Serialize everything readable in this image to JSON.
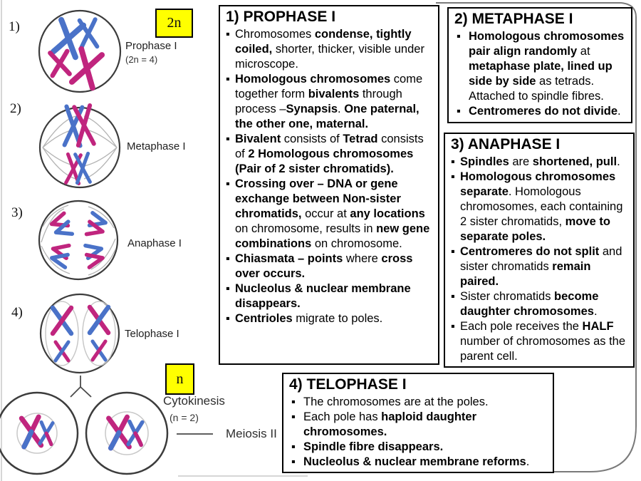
{
  "colors": {
    "chromosome-blue": "#4a72c8",
    "chromosome-magenta": "#c0257e",
    "badge-yellow": "#ffff00",
    "spindle-gray": "#b3b3b3",
    "frame-gray": "#7a7a7a"
  },
  "diagram": {
    "stages": [
      {
        "number": "1)",
        "label": "Prophase I",
        "sublabel": "(2n = 4)"
      },
      {
        "number": "2)",
        "label": "Metaphase I"
      },
      {
        "number": "3)",
        "label": "Anaphase I"
      },
      {
        "number": "4)",
        "label": "Telophase I"
      }
    ],
    "badge_top": "2n",
    "badge_bottom": "n",
    "cytokinesis_label": "Cytokinesis",
    "cytokinesis_sublabel": "(n = 2)",
    "meiosis2_label": "Meiosis II"
  },
  "boxes": [
    {
      "title": "1) PROPHASE I",
      "bullets": [
        [
          [
            "Chromosomes ",
            0
          ],
          [
            "condense, tightly coiled,",
            1
          ],
          [
            " shorter, thicker, visible under microscope.",
            0
          ]
        ],
        [
          [
            "Homologous chromosomes",
            1
          ],
          [
            " come together form ",
            0
          ],
          [
            "bivalents",
            1
          ],
          [
            " through process –",
            0
          ],
          [
            "Synapsis",
            1
          ],
          [
            ". ",
            0
          ],
          [
            "One paternal, the other one, maternal.",
            1
          ]
        ],
        [
          [
            "Bivalent",
            1
          ],
          [
            " consists of ",
            0
          ],
          [
            "Tetrad",
            1
          ],
          [
            " consists of ",
            0
          ],
          [
            "2 Homologous chromosomes (Pair of 2 sister chromatids).",
            1
          ]
        ],
        [
          [
            "Crossing over – DNA or gene exchange between Non-sister chromatids,",
            1
          ],
          [
            " occur at ",
            0
          ],
          [
            "any locations",
            1
          ],
          [
            " on chromosome, results in ",
            0
          ],
          [
            "new gene combinations",
            1
          ],
          [
            " on chromosome.",
            0
          ]
        ],
        [
          [
            "Chiasmata – points",
            1
          ],
          [
            " where ",
            0
          ],
          [
            "cross over occurs.",
            1
          ]
        ],
        [
          [
            "Nucleolus & nuclear membrane disappears.",
            1
          ]
        ],
        [
          [
            "Centrioles",
            1
          ],
          [
            " migrate to poles.",
            0
          ]
        ]
      ]
    },
    {
      "title": "2) METAPHASE I",
      "bullets": [
        [
          [
            "Homologous chromosomes pair align randomly",
            1
          ],
          [
            " at ",
            0
          ],
          [
            "metaphase plate, lined up side by side",
            1
          ],
          [
            " as tetrads. Attached to spindle fibres.",
            0
          ]
        ],
        [
          [
            "Centromeres do not divide",
            1
          ],
          [
            ".",
            0
          ]
        ]
      ]
    },
    {
      "title": "3) ANAPHASE I",
      "bullets": [
        [
          [
            "Spindles",
            1
          ],
          [
            " are ",
            0
          ],
          [
            "shortened, pull",
            1
          ],
          [
            ".",
            0
          ]
        ],
        [
          [
            "Homologous chromosomes separate",
            1
          ],
          [
            ". Homologous chromosomes, each containing 2 sister chromatids, ",
            0
          ],
          [
            "move to separate poles.",
            1
          ]
        ],
        [
          [
            "Centromeres do not split",
            1
          ],
          [
            " and sister chromatids ",
            0
          ],
          [
            "remain paired.",
            1
          ]
        ],
        [
          [
            "Sister chromatids ",
            0
          ],
          [
            "become daughter chromosomes",
            1
          ],
          [
            ".",
            0
          ]
        ],
        [
          [
            "Each pole receives the ",
            0
          ],
          [
            "HALF",
            1
          ],
          [
            " number of chromosomes as the parent cell.",
            0
          ]
        ]
      ]
    },
    {
      "title": "4) TELOPHASE I",
      "bullets": [
        [
          [
            "The chromosomes are at the poles.",
            0
          ]
        ],
        [
          [
            "Each pole has ",
            0
          ],
          [
            "haploid daughter chromosomes.",
            1
          ]
        ],
        [
          [
            "Spindle fibre disappears.",
            1
          ]
        ],
        [
          [
            "Nucleolus & nuclear membrane reforms",
            1
          ],
          [
            ".",
            0
          ]
        ]
      ]
    }
  ]
}
